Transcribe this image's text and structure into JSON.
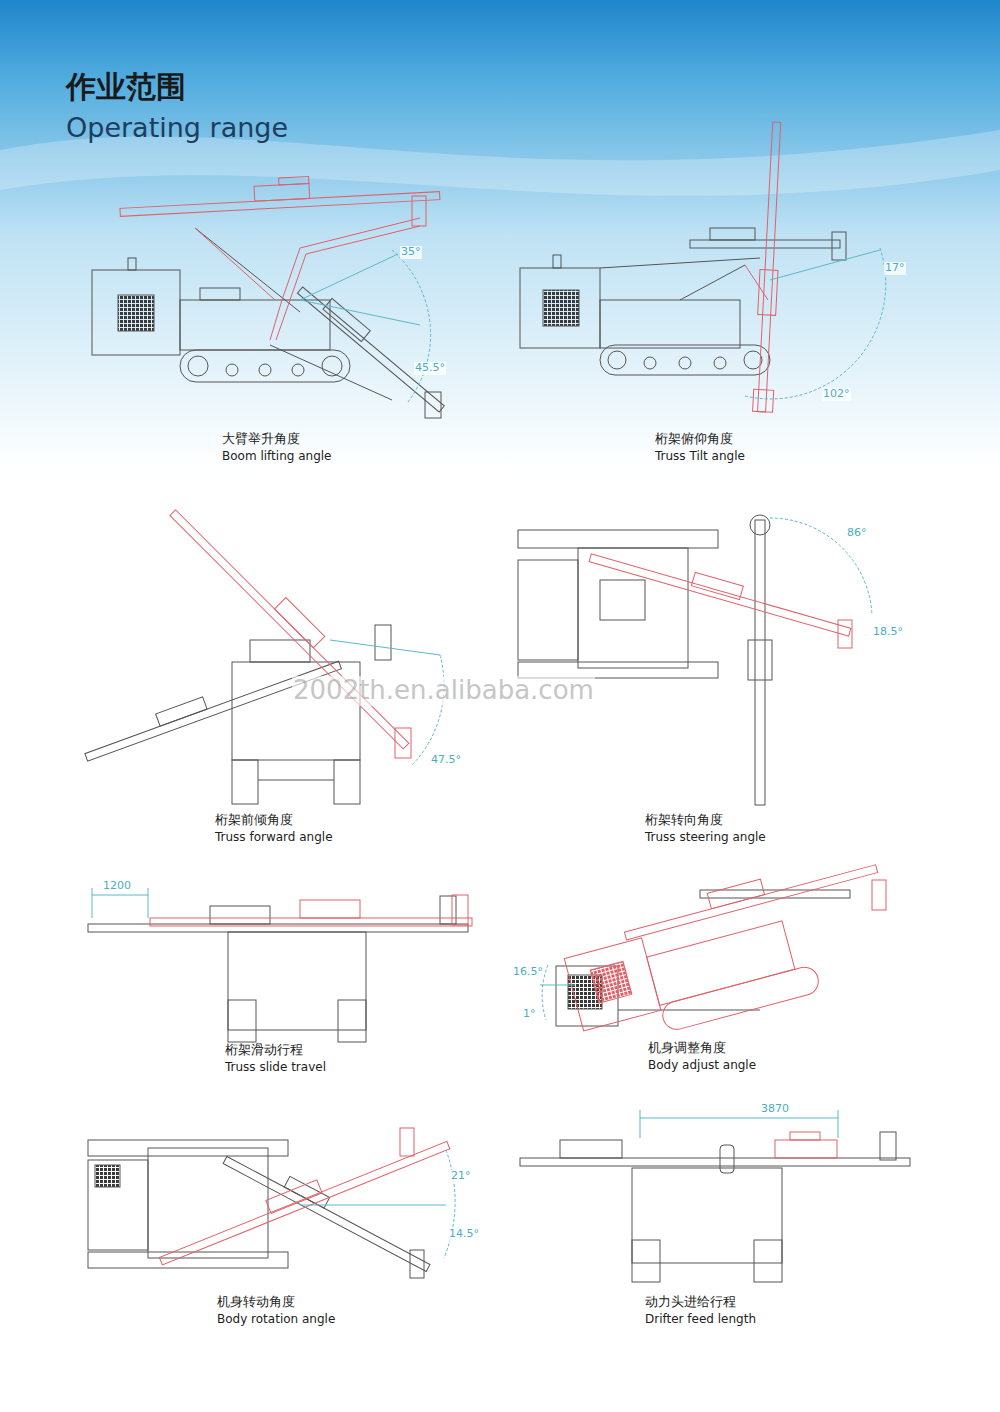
{
  "diagram": {
    "title": "作业范围",
    "labels": [
      "Operating range",
      "大臂举升角度",
      "Boom lifting angle",
      "桁架俯仰角度",
      "Truss Tilt angle",
      "桁架前倾角度",
      "Truss forward angle",
      "桁架转向角度",
      "Truss steering angle",
      "桁架滑动行程",
      "Truss slide travel",
      "机身调整角度",
      "Body adjust angle",
      "机身转动角度",
      "Body rotation angle",
      "动力头进给行程",
      "Drifter feed length",
      "35°",
      "45.5°",
      "17°",
      "102°",
      "47.5°",
      "86°",
      "18.5°",
      "1200",
      "16.5°",
      "1°",
      "21°",
      "14.5°",
      "3870",
      "2002th.en.alibaba.com"
    ]
  }
}
